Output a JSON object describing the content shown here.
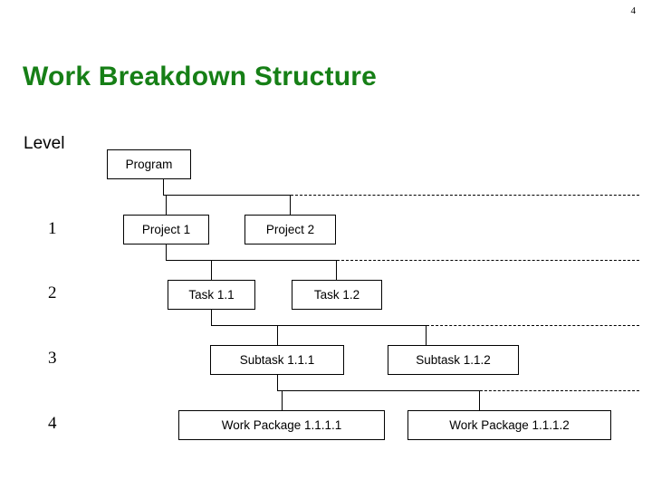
{
  "slide": {
    "page_number": "4",
    "title": "Work Breakdown Structure",
    "level_header": "Level",
    "levels": [
      "1",
      "2",
      "3",
      "4"
    ],
    "nodes": {
      "program": "Program",
      "project1": "Project 1",
      "project2": "Project 2",
      "task11": "Task 1.1",
      "task12": "Task 1.2",
      "subtask111": "Subtask 1.1.1",
      "subtask112": "Subtask 1.1.2",
      "workpackage1111": "Work Package 1.1.1.1",
      "workpackage1112": "Work Package 1.1.1.2"
    },
    "colors": {
      "title": "#167F16",
      "line": "#000000",
      "background": "#ffffff"
    }
  }
}
